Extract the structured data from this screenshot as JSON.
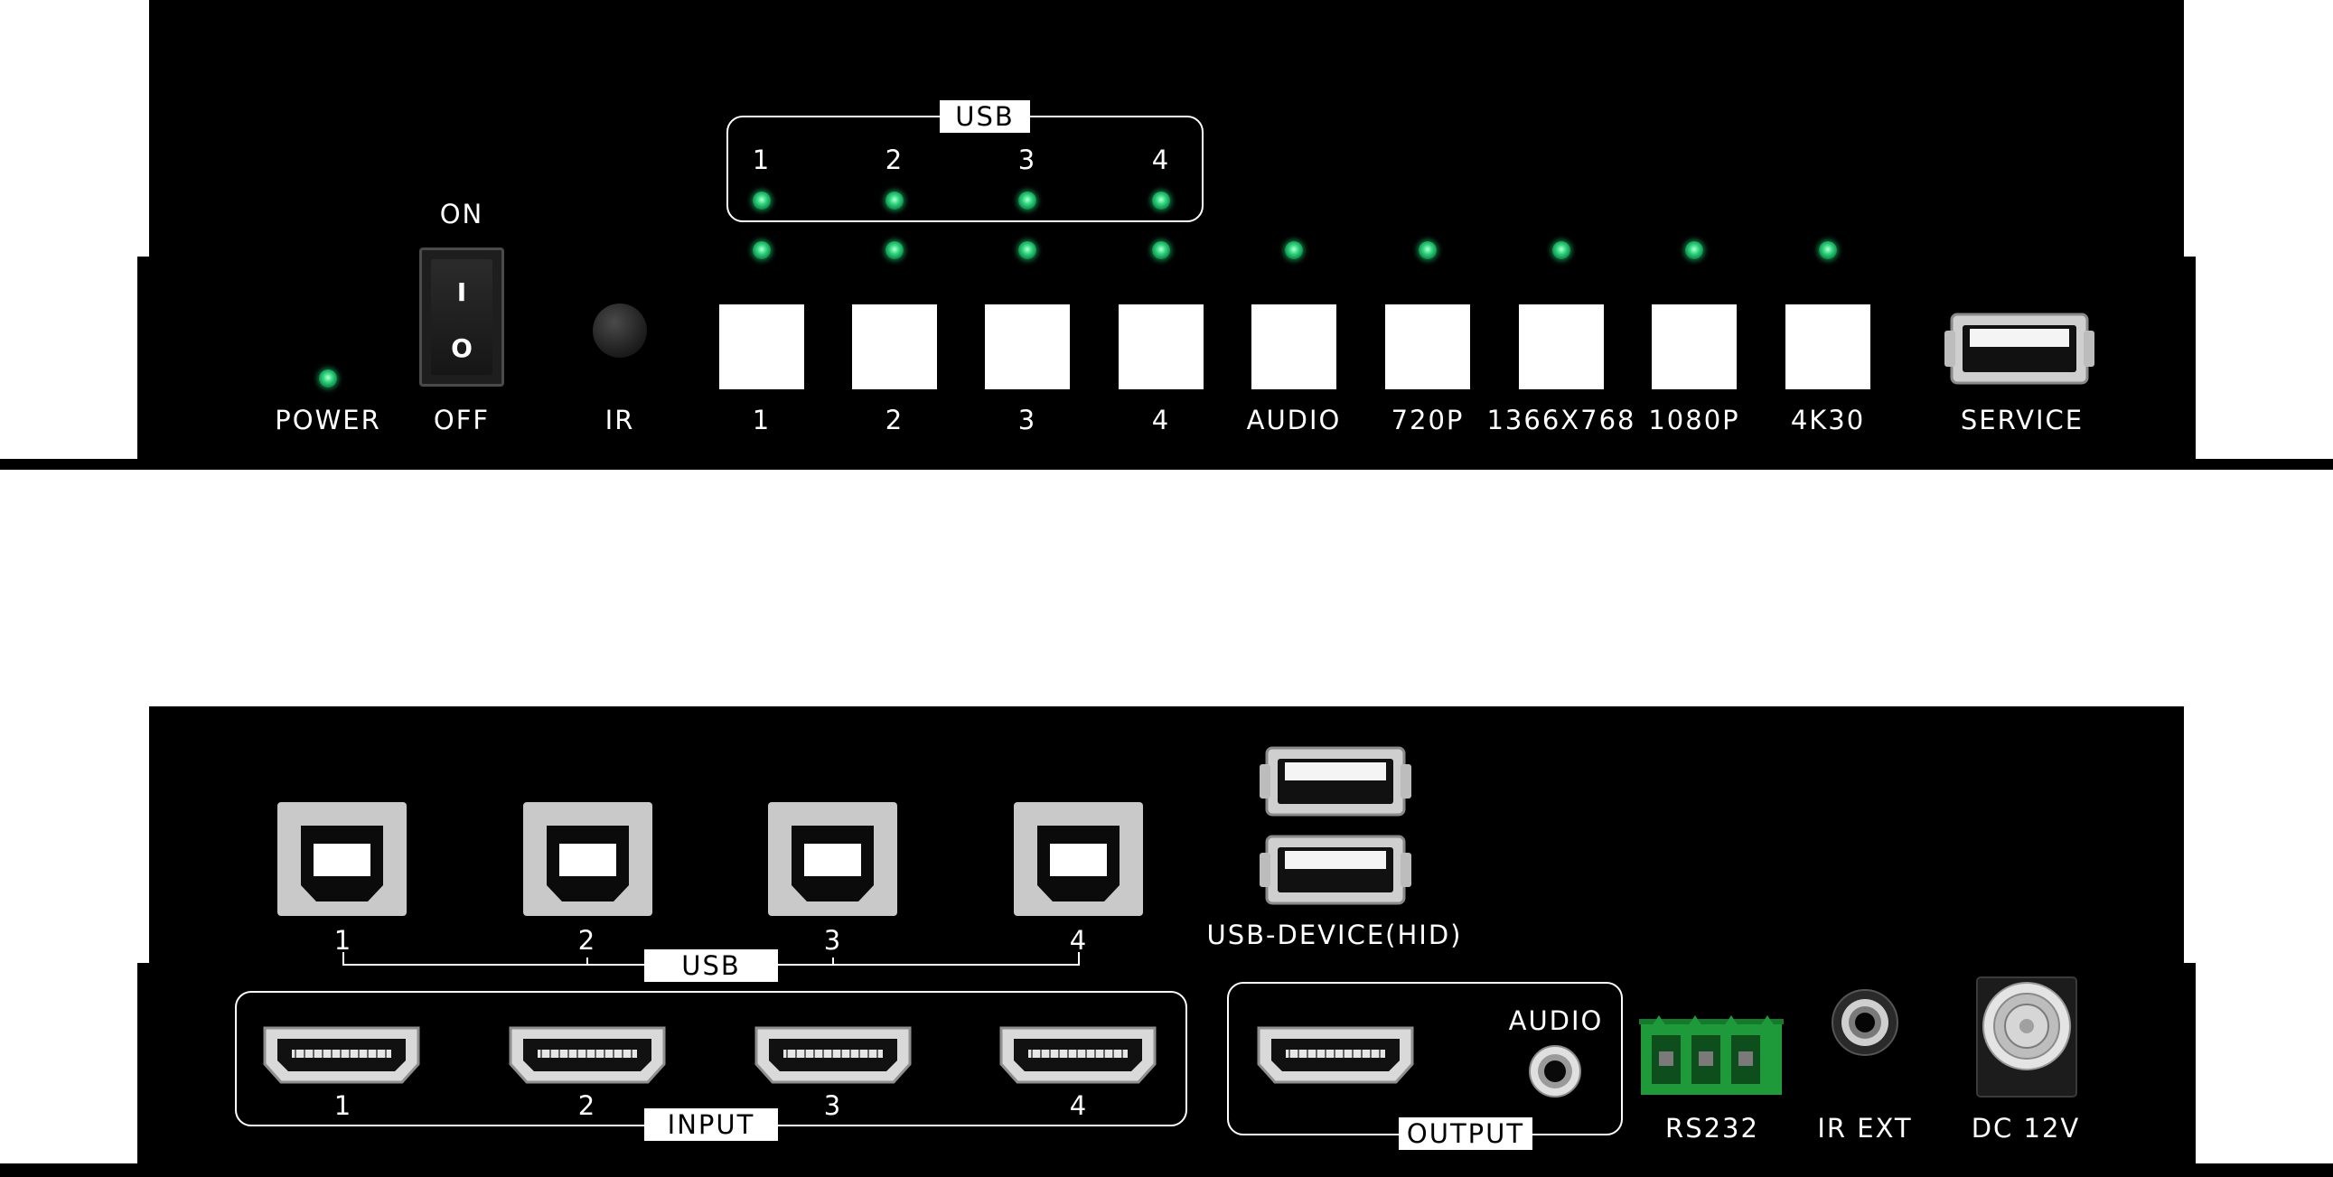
{
  "front": {
    "usb_group_label": "USB",
    "usb_indicators": [
      "1",
      "2",
      "3",
      "4"
    ],
    "power_label": "POWER",
    "switch_on_label": "ON",
    "switch_off_label": "OFF",
    "switch_top_glyph": "I",
    "switch_bottom_glyph": "O",
    "ir_label": "IR",
    "buttons": [
      "1",
      "2",
      "3",
      "4",
      "AUDIO",
      "720P",
      "1366X768",
      "1080P",
      "4K30"
    ],
    "service_label": "SERVICE",
    "led_color": "#2fd67e"
  },
  "rear": {
    "usb_b_ports": [
      "1",
      "2",
      "3",
      "4"
    ],
    "usb_group_label": "USB",
    "usb_device_label": "USB-DEVICE(HID)",
    "hdmi_inputs": [
      "1",
      "2",
      "3",
      "4"
    ],
    "input_group_label": "INPUT",
    "output_group_label": "OUTPUT",
    "output_audio_label": "AUDIO",
    "rs232_label": "RS232",
    "ir_ext_label": "IR EXT",
    "dc_label": "DC 12V",
    "terminal_color": "#1f9a3a"
  }
}
